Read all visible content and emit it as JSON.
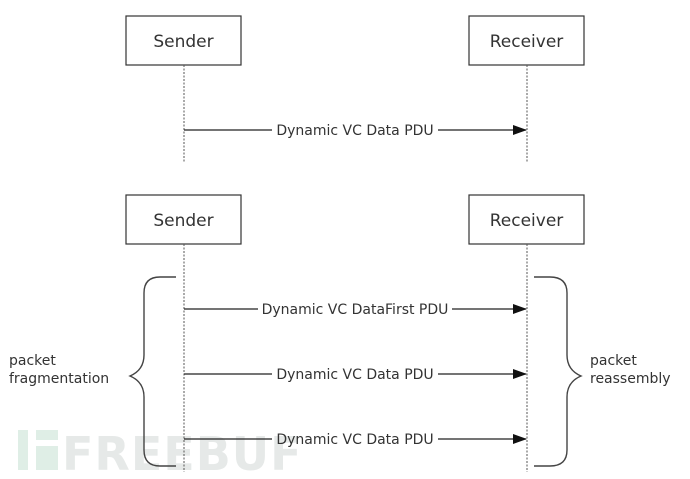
{
  "diagram": {
    "type": "sequence",
    "top": {
      "sender_label": "Sender",
      "receiver_label": "Receiver",
      "messages": [
        {
          "label": "Dynamic VC Data PDU",
          "from": "Sender",
          "to": "Receiver"
        }
      ]
    },
    "bottom": {
      "sender_label": "Sender",
      "receiver_label": "Receiver",
      "messages": [
        {
          "label": "Dynamic VC DataFirst PDU",
          "from": "Sender",
          "to": "Receiver"
        },
        {
          "label": "Dynamic VC Data PDU",
          "from": "Sender",
          "to": "Receiver"
        },
        {
          "label": "Dynamic VC Data PDU",
          "from": "Sender",
          "to": "Receiver"
        }
      ],
      "left_brace_label": [
        "packet",
        "fragmentation"
      ],
      "right_brace_label": [
        "packet",
        "reassembly"
      ]
    },
    "watermark": "FREEBUF",
    "colors": {
      "line": "#333333",
      "text": "#333333",
      "watermark": "#e6e9e8",
      "watermark_accent": "#dfeee6"
    }
  }
}
